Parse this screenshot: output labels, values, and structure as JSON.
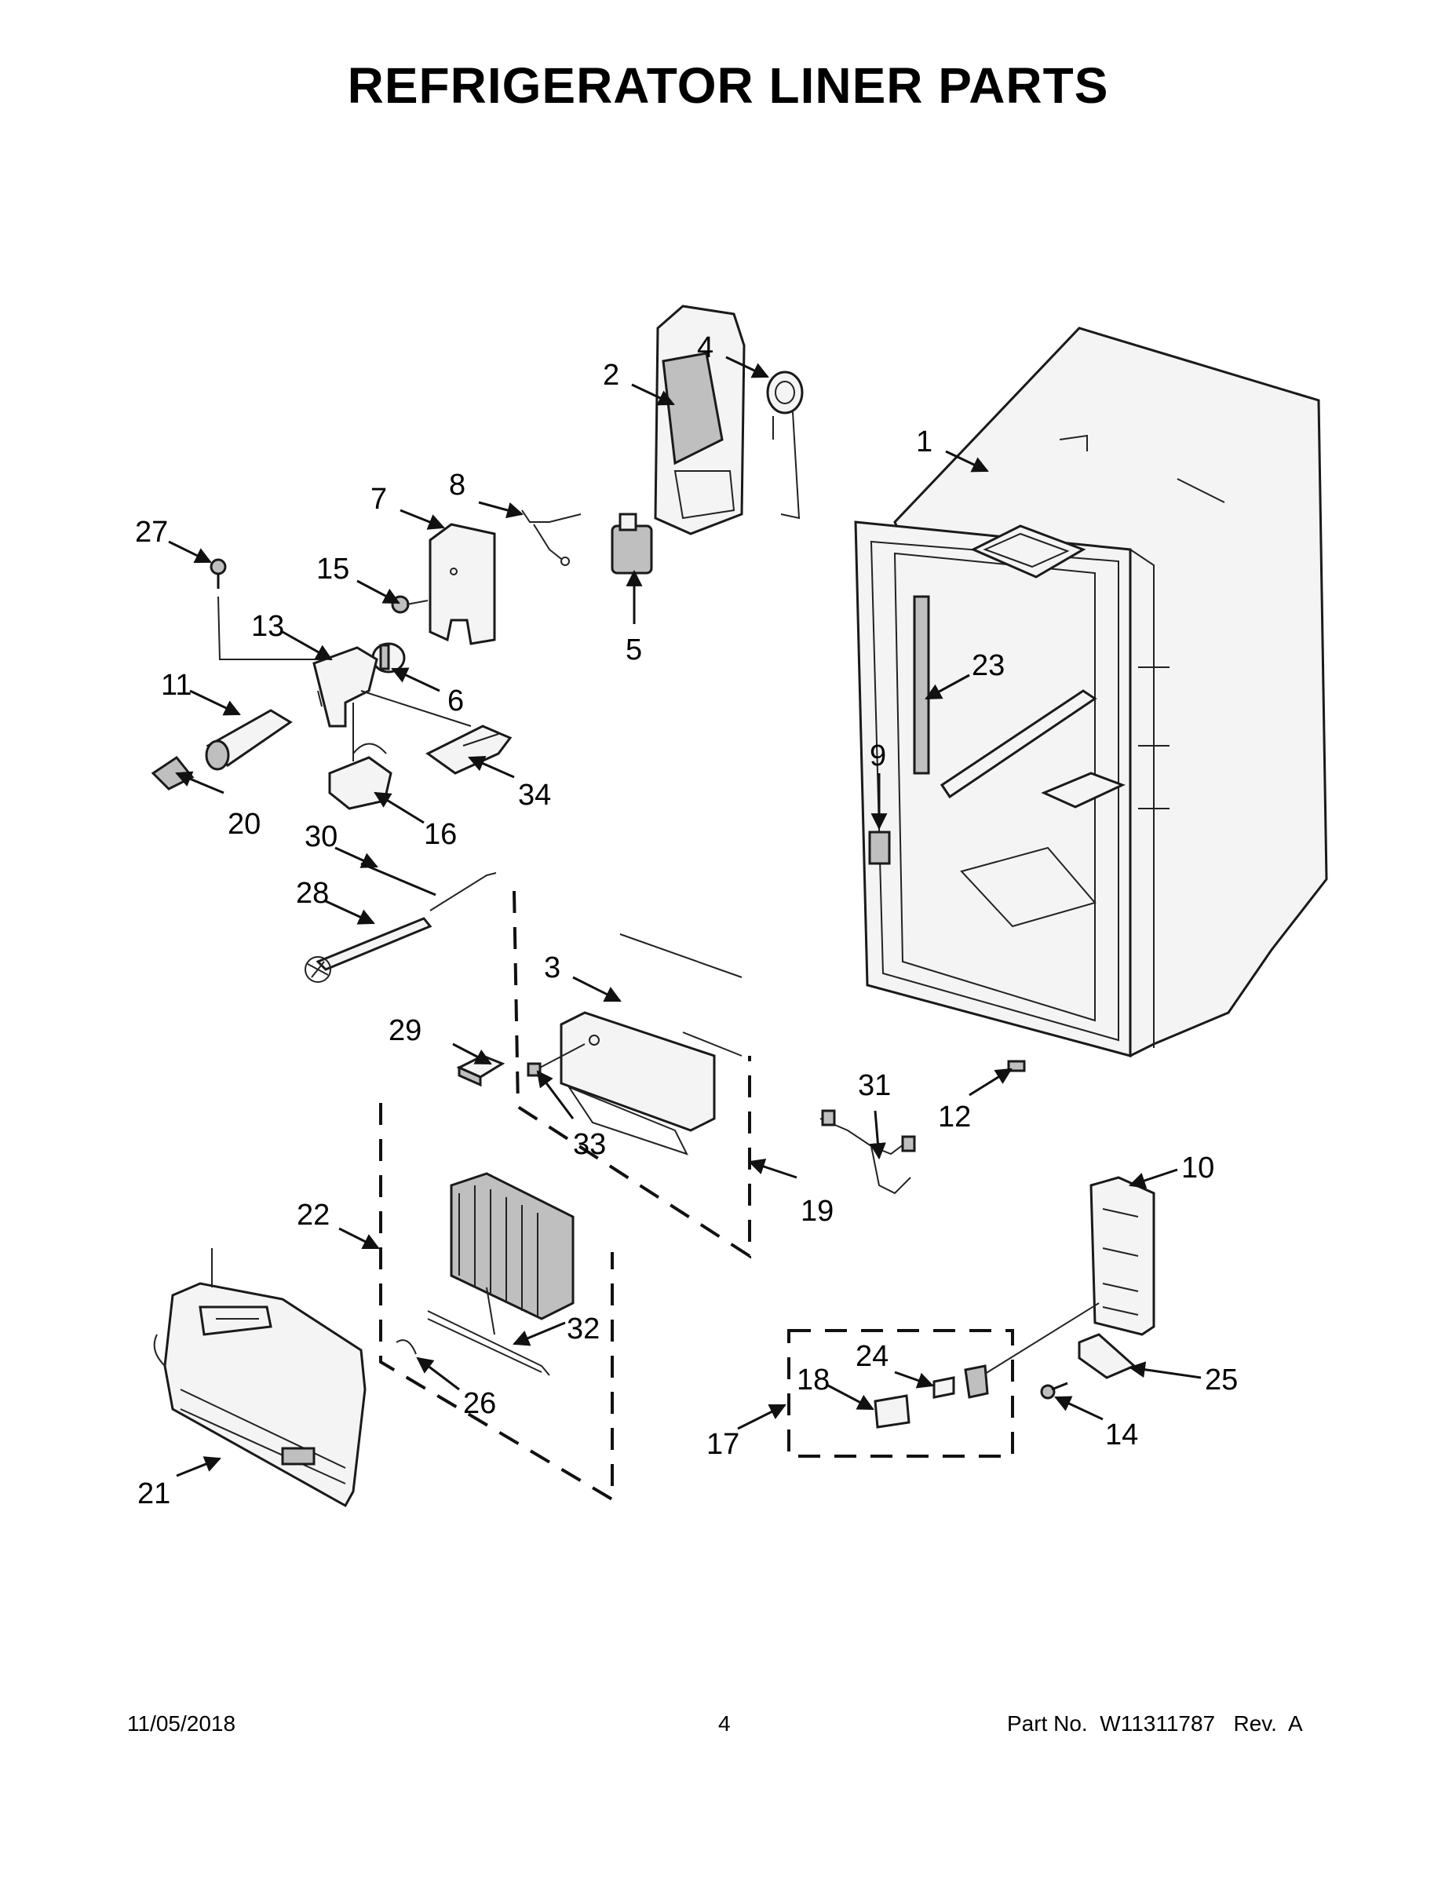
{
  "title": "REFRIGERATOR LINER PARTS",
  "footer": {
    "date": "11/05/2018",
    "page": "4",
    "part_label": "Part No.",
    "part_number": "W11311787",
    "rev_label": "Rev.",
    "rev": "A"
  },
  "callouts": {
    "c1": "1",
    "c2": "2",
    "c3": "3",
    "c4": "4",
    "c5": "5",
    "c6": "6",
    "c7": "7",
    "c8": "8",
    "c9": "9",
    "c10": "10",
    "c11": "11",
    "c12": "12",
    "c13": "13",
    "c14": "14",
    "c15": "15",
    "c16": "16",
    "c17": "17",
    "c18": "18",
    "c19": "19",
    "c20": "20",
    "c21": "21",
    "c22": "22",
    "c23": "23",
    "c24": "24",
    "c25": "25",
    "c26": "26",
    "c27": "27",
    "c28": "28",
    "c29": "29",
    "c30": "30",
    "c31": "31",
    "c32": "32",
    "c33": "33",
    "c34": "34"
  }
}
